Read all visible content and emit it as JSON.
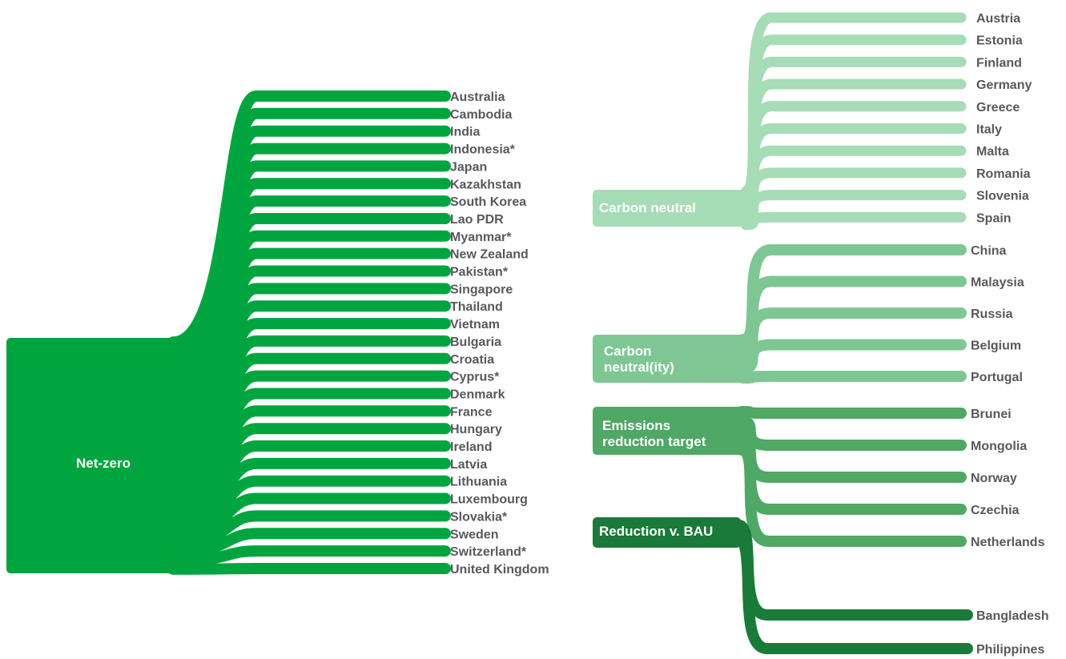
{
  "groups": [
    {
      "label_lines": [
        "Net-zero"
      ],
      "color": "#00a53f",
      "countries": [
        "Australia",
        "Cambodia",
        "India",
        "Indonesia*",
        "Japan",
        "Kazakhstan",
        "South Korea",
        "Lao PDR",
        "Myanmar*",
        "New Zealand",
        "Pakistan*",
        "Singapore",
        "Thailand",
        "Vietnam",
        "Bulgaria",
        "Croatia",
        "Cyprus*",
        "Denmark",
        "France",
        "Hungary",
        "Ireland",
        "Latvia",
        "Lithuania",
        "Luxembourg",
        "Slovakia*",
        "Sweden",
        "Switzerland*",
        "United Kingdom"
      ]
    },
    {
      "label_lines": [
        "Carbon neutral"
      ],
      "color": "#a6dcb6",
      "countries": [
        "Austria",
        "Estonia",
        "Finland",
        "Germany",
        "Greece",
        "Italy",
        "Malta",
        "Romania",
        "Slovenia",
        "Spain"
      ]
    },
    {
      "label_lines": [
        "Carbon",
        "neutral(ity)"
      ],
      "color": "#7ec794",
      "countries": [
        "China",
        "Malaysia",
        "Russia",
        "Belgium",
        "Portugal"
      ]
    },
    {
      "label_lines": [
        "Emissions",
        "reduction target"
      ],
      "color": "#4fa866",
      "countries": [
        "Brunei",
        "Mongolia",
        "Norway",
        "Czechia",
        "Netherlands"
      ]
    },
    {
      "label_lines": [
        "Reduction v. BAU"
      ],
      "color": "#1a7a3a",
      "countries": [
        "Bangladesh",
        "Philippines"
      ]
    }
  ]
}
